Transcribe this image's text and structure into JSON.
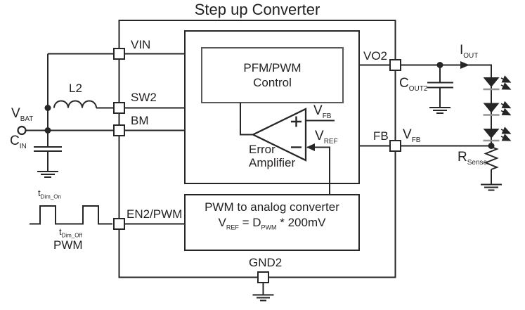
{
  "title": "Step up Converter",
  "ic": {
    "pins": {
      "vin": "VIN",
      "sw2": "SW2",
      "bm": "BM",
      "en2_pwm": "EN2/PWM",
      "vo2": "VO2",
      "fb": "FB",
      "gnd2": "GND2"
    },
    "blocks": {
      "control": {
        "line1": "PFM/PWM",
        "line2": "Control"
      },
      "error_amp": {
        "line1": "Error",
        "line2": "Amplifier"
      },
      "pwm_dac": {
        "line1": "PWM to analog converter",
        "formula": {
          "t1": "V",
          "s1": "REF",
          "t2": " = D",
          "s2": "PWM",
          "t3": " * 200mV"
        }
      }
    },
    "nets": {
      "vfb_internal": {
        "main": "V",
        "sub": "FB"
      },
      "vref": {
        "main": "V",
        "sub": "REF"
      }
    }
  },
  "external": {
    "vbat": {
      "main": "V",
      "sub": "BAT"
    },
    "cin": {
      "main": "C",
      "sub": "IN"
    },
    "l2": "L2",
    "cout2": {
      "main": "C",
      "sub": "OUT2"
    },
    "iout": {
      "main": "I",
      "sub": "OUT"
    },
    "vfb": {
      "main": "V",
      "sub": "FB"
    },
    "rsense": {
      "main": "R",
      "sub": "Sense"
    },
    "pwm": {
      "label": "PWM",
      "t_on": {
        "main": "t",
        "sub": "Dim_On"
      },
      "t_off": {
        "main": "t",
        "sub": "Dim_Off"
      }
    }
  },
  "colors": {
    "line": "#262626",
    "text": "#231f20",
    "control_box_border": "#58595b",
    "led_cathode_bar": "#939598",
    "background": "#ffffff"
  }
}
